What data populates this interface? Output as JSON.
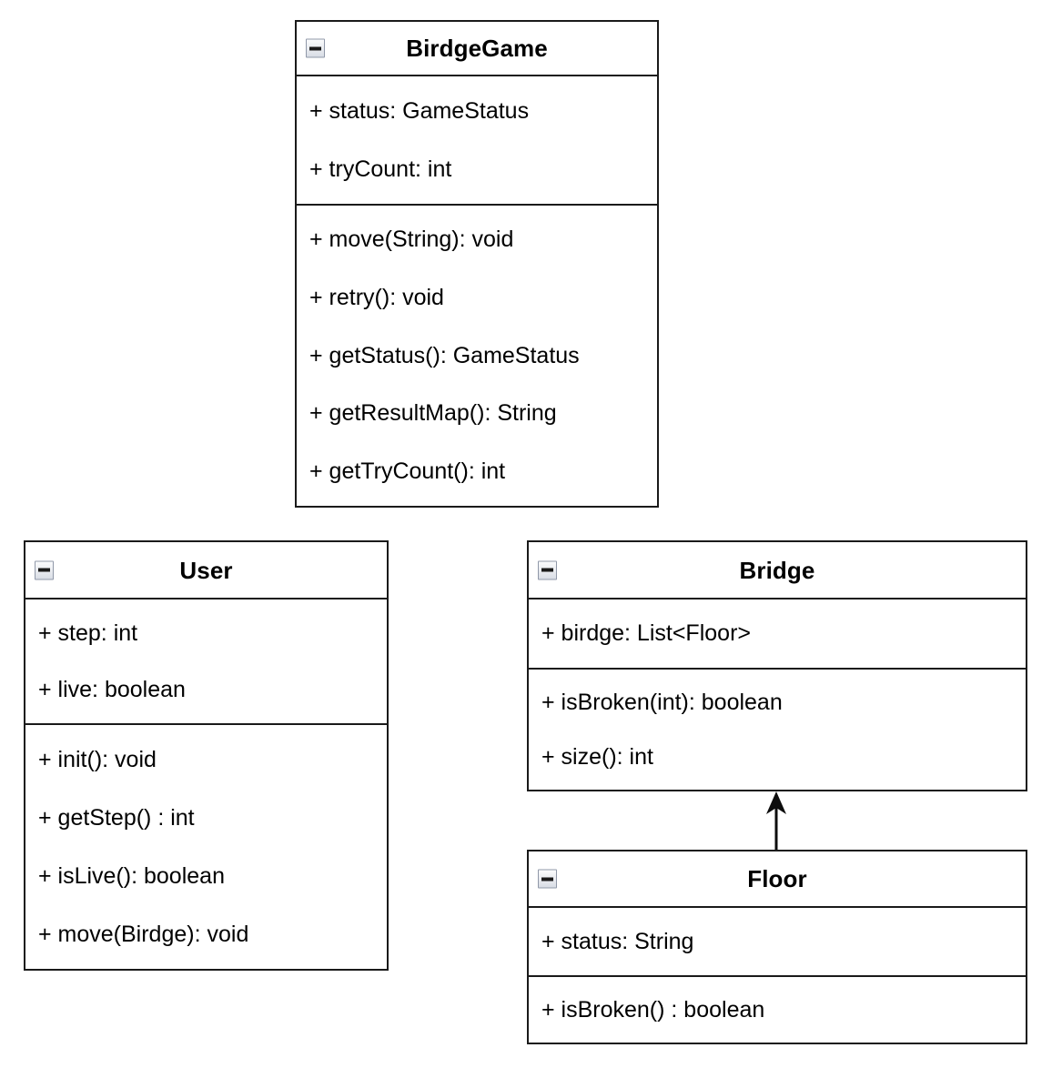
{
  "diagram": {
    "type": "uml-class-diagram",
    "background_color": "#ffffff",
    "border_color": "#1a1a1a",
    "icon": {
      "name": "collapse-minus-icon",
      "glyph": "minus"
    },
    "classes": [
      {
        "id": "birdgegame",
        "name": "BirdgeGame",
        "attributes": [
          "+ status: GameStatus",
          "+ tryCount: int"
        ],
        "methods": [
          "+ move(String): void",
          "+ retry(): void",
          "+ getStatus(): GameStatus",
          "+ getResultMap(): String",
          "+ getTryCount(): int"
        ]
      },
      {
        "id": "user",
        "name": "User",
        "attributes": [
          "+ step: int",
          "+ live: boolean"
        ],
        "methods": [
          "+ init(): void",
          "+ getStep() : int",
          "+ isLive(): boolean",
          "+ move(Birdge): void"
        ]
      },
      {
        "id": "bridge",
        "name": "Bridge",
        "attributes": [
          "+ birdge: List<Floor>"
        ],
        "methods": [
          "+ isBroken(int): boolean",
          "+ size(): int"
        ]
      },
      {
        "id": "floor",
        "name": "Floor",
        "attributes": [
          "+ status: String"
        ],
        "methods": [
          "+ isBroken() : boolean"
        ]
      }
    ],
    "relationships": [
      {
        "id": "floor-to-bridge",
        "kind": "generalization",
        "arrow": "solid-filled-arrowhead",
        "from": "Floor",
        "to": "Bridge"
      }
    ]
  }
}
